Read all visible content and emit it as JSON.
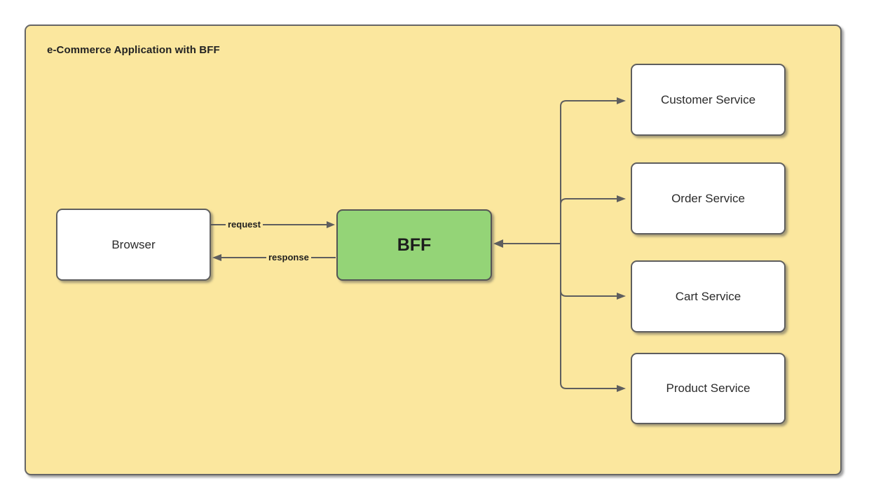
{
  "diagram": {
    "title": "e-Commerce Application with BFF",
    "type": "architecture-diagram",
    "colors": {
      "container_fill": "#FBE79E",
      "node_fill": "#FFFFFF",
      "bff_fill": "#94D477",
      "border": "#5E5E5E",
      "text": "#2B2B2B",
      "canvas": "#FFFFFF"
    },
    "nodes": [
      {
        "id": "browser",
        "label": "Browser",
        "fill": "#FFFFFF"
      },
      {
        "id": "bff",
        "label": "BFF",
        "fill": "#94D477"
      },
      {
        "id": "customer",
        "label": "Customer Service",
        "fill": "#FFFFFF"
      },
      {
        "id": "order",
        "label": "Order Service",
        "fill": "#FFFFFF"
      },
      {
        "id": "cart",
        "label": "Cart Service",
        "fill": "#FFFFFF"
      },
      {
        "id": "product",
        "label": "Product Service",
        "fill": "#FFFFFF"
      }
    ],
    "edges": [
      {
        "id": "browser-to-bff",
        "from": "browser",
        "to": "bff",
        "label": "request"
      },
      {
        "id": "bff-to-browser",
        "from": "bff",
        "to": "browser",
        "label": "response"
      },
      {
        "id": "bff-to-customer",
        "from": "bff",
        "to": "customer",
        "label": ""
      },
      {
        "id": "bff-to-order",
        "from": "bff",
        "to": "order",
        "label": ""
      },
      {
        "id": "bff-to-cart",
        "from": "bff",
        "to": "cart",
        "label": ""
      },
      {
        "id": "bff-to-product",
        "from": "bff",
        "to": "product",
        "label": ""
      }
    ]
  }
}
